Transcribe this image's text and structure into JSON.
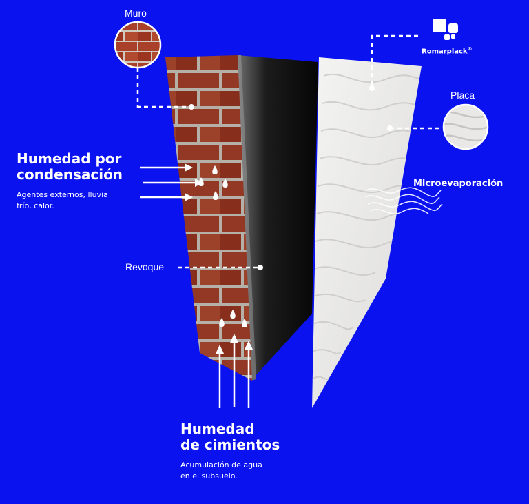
{
  "labels": {
    "muro": "Muro",
    "placa": "Placa",
    "revoque": "Revoque",
    "microevaporacion": "Microevaporación"
  },
  "brand": {
    "name": "Romarplack",
    "mark": "®"
  },
  "condensacion": {
    "title_line1": "Humedad por",
    "title_line2": "condensación",
    "desc_line1": "Agentes externos, lluvia",
    "desc_line2": "frío, calor."
  },
  "cimientos": {
    "title_line1": "Humedad",
    "title_line2": "de cimientos",
    "desc_line1": "Acumulación de agua",
    "desc_line2": "en el subsuelo."
  },
  "colors": {
    "background": "#0a12f0",
    "brick": "#a33a24",
    "mortar": "#c9c4bc",
    "plaster": "#7d7d7d",
    "panel": "#ecebea"
  }
}
